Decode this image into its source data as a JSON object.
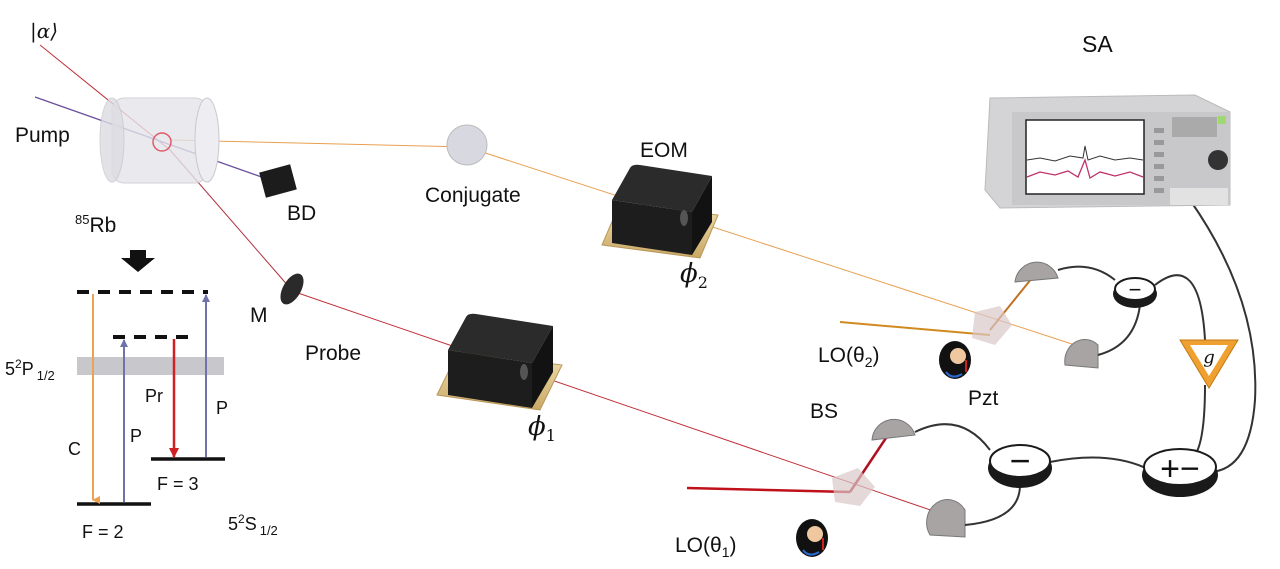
{
  "labels": {
    "input_state": "|α⟩",
    "pump": "Pump",
    "rb_base": "Rb",
    "rb_isotope": "85",
    "beam_dump": "BD",
    "mirror": "M",
    "probe": "Probe",
    "conjugate": "Conjugate",
    "eom": "EOM",
    "phi2_base": "ϕ",
    "phi2_sub": "2",
    "phi1_base": "ϕ",
    "phi1_sub": "1",
    "lo2": "LO(θ",
    "lo2_sub": "2",
    "lo1": "LO(θ",
    "lo1_sub": "1",
    "close_paren": ")",
    "pzt": "Pzt",
    "bs": "BS",
    "sa": "SA",
    "gain": "g",
    "minus": "−",
    "plus_minus": "+−"
  },
  "energy_levels": {
    "upper_state": {
      "n": "5",
      "sup": "2",
      "term": "P",
      "sub": "1/2"
    },
    "lower_state": {
      "n": "5",
      "sup": "2",
      "term": "S",
      "sub": "1/2"
    },
    "f2": "F = 2",
    "f3": "F = 3",
    "transitions": {
      "conjugate": "C",
      "pump_left": "P",
      "probe": "Pr",
      "pump_right": "P"
    }
  },
  "colors": {
    "probe_beam": "#c0303a",
    "pump_beam": "#6a4d9c",
    "conjugate_beam": "#e8a050",
    "pump_arrow": "#6f73a8",
    "probe_arrow": "#d11f26",
    "gain_triangle": "#f0a030"
  }
}
